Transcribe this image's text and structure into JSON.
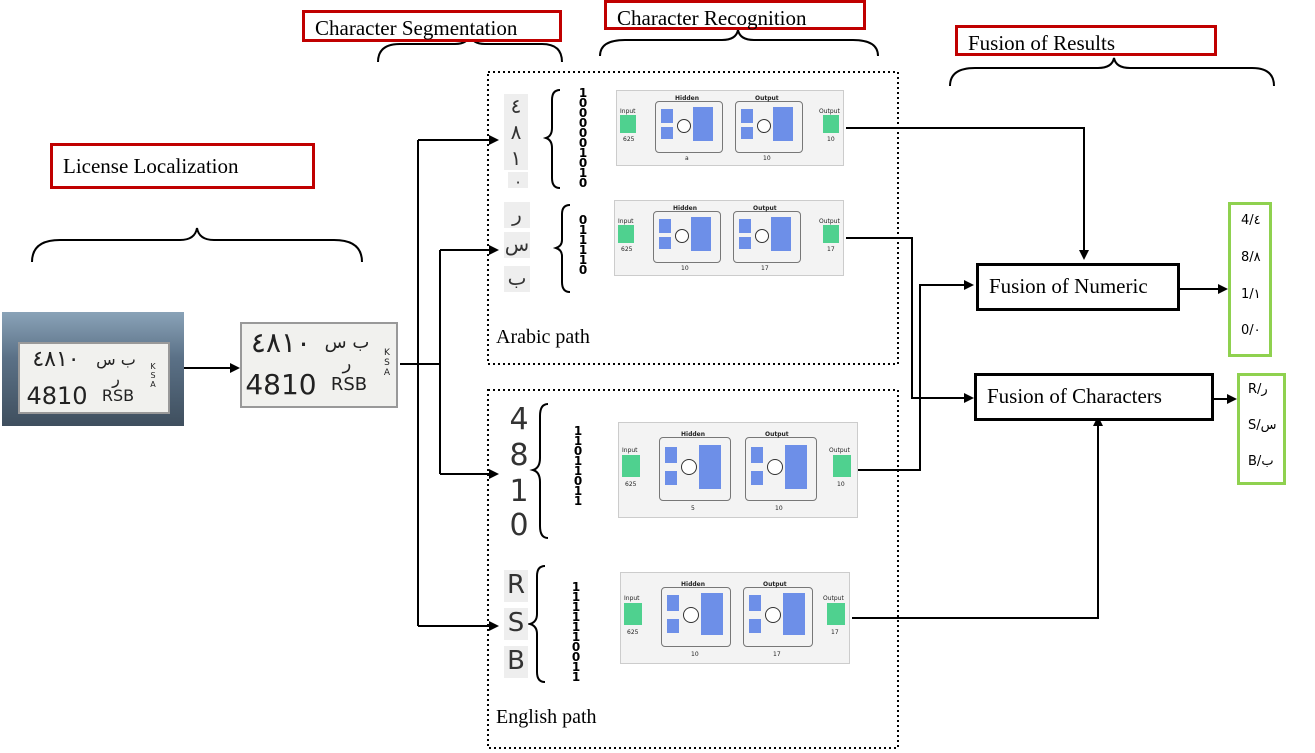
{
  "stages": {
    "license_localization": "License Localization",
    "character_segmentation": "Character Segmentation",
    "character_recognition": "Character Recognition",
    "fusion_of_results": "Fusion of Results"
  },
  "plate": {
    "arabic_digits": "٤٨١٠",
    "arabic_letters": "ب س ر",
    "latin_digits": "4810",
    "latin_letters": "RSB",
    "country": "KSA"
  },
  "arabic_path": {
    "label": "Arabic path",
    "digit_chars": [
      "٤",
      "٨",
      "١",
      "٠"
    ],
    "letter_chars": [
      "ر",
      "س",
      "ب"
    ],
    "digit_bits": "1000001010",
    "letter_bits": "011110",
    "digit_net": {
      "input": "Input",
      "input_size": "625",
      "hidden": "Hidden",
      "hidden_size": "a",
      "output": "Output",
      "output_size": "10",
      "out_node": "Output",
      "out_size": "10"
    },
    "letter_net": {
      "input": "Input",
      "input_size": "625",
      "hidden": "Hidden",
      "hidden_size": "10",
      "output": "Output",
      "output_size": "17",
      "out_node": "Output",
      "out_size": "17"
    }
  },
  "english_path": {
    "label": "English path",
    "digit_chars": [
      "4",
      "8",
      "1",
      "0"
    ],
    "letter_chars": [
      "R",
      "S",
      "B"
    ],
    "digit_bits": "11011011",
    "letter_bits": "1111110011",
    "digit_net": {
      "input": "Input",
      "input_size": "625",
      "hidden": "Hidden",
      "hidden_size": "5",
      "output": "Output",
      "output_size": "10",
      "out_node": "Output",
      "out_size": "10"
    },
    "letter_net": {
      "input": "Input",
      "input_size": "625",
      "hidden": "Hidden",
      "hidden_size": "10",
      "output": "Output",
      "output_size": "17",
      "out_node": "Output",
      "out_size": "17"
    }
  },
  "fusion": {
    "numeric_label": "Fusion of Numeric",
    "characters_label": "Fusion of Characters",
    "numeric_results": [
      "4/٤",
      "8/٨",
      "1/١",
      "0/٠"
    ],
    "character_results": [
      "R/ر",
      "S/س",
      "B/ب"
    ]
  },
  "colors": {
    "title_border": "#c00000",
    "result_border": "#8fd14f",
    "node_green": "#4fd18f",
    "weight_blue": "#6d8fe8"
  }
}
